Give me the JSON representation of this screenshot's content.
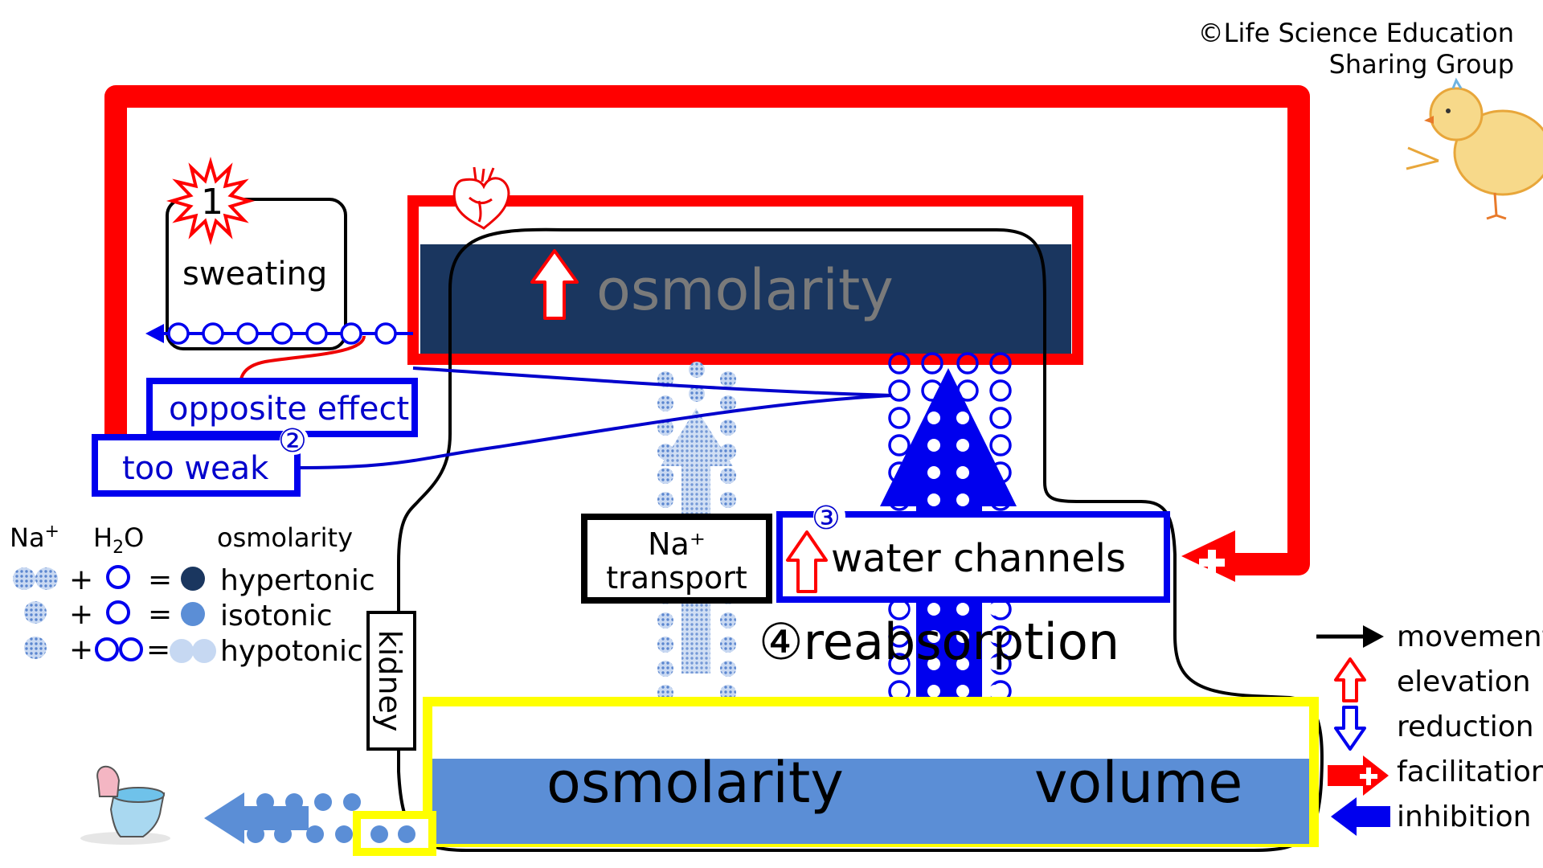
{
  "copyright": {
    "line1": "©Life Science Education",
    "line2": "Sharing Group"
  },
  "steps": {
    "s1": "1",
    "s2": "②",
    "s3": "③"
  },
  "boxes": {
    "sweating": "sweating",
    "opposite_effect": "opposite effect",
    "too_weak": "too weak",
    "na_transport_1": "Na⁺",
    "na_transport_2": "transport",
    "water_channels": "water channels",
    "reabsorption": "④reabsorption",
    "kidney": "kidney"
  },
  "blood": {
    "label": "osmolarity"
  },
  "urine": {
    "osmolarity_label": "osmolarity",
    "volume_label": "volume"
  },
  "key": {
    "na_header": "Na",
    "na_sup": "+",
    "h2o_h": "H",
    "h2o_sub": "2",
    "h2o_o": "O",
    "osm_header": "osmolarity",
    "plus": "+",
    "equals": "=",
    "hypertonic": "hypertonic",
    "isotonic": "isotonic",
    "hypotonic": "hypotonic"
  },
  "legend": {
    "movement": "movement",
    "elevation": "elevation",
    "reduction": "reduction",
    "facilitation": "facilitation",
    "inhibition": "inhibition"
  },
  "colors": {
    "red": "#ff0000",
    "blue": "#0000ee",
    "navy": "#1a365f",
    "urine_blue": "#5b8ed6",
    "yellow": "#ffff00",
    "dot_blue": "#3a6fd0"
  },
  "icons": [
    "heart-icon",
    "toilet-icon",
    "chick-icon",
    "starburst-icon"
  ]
}
